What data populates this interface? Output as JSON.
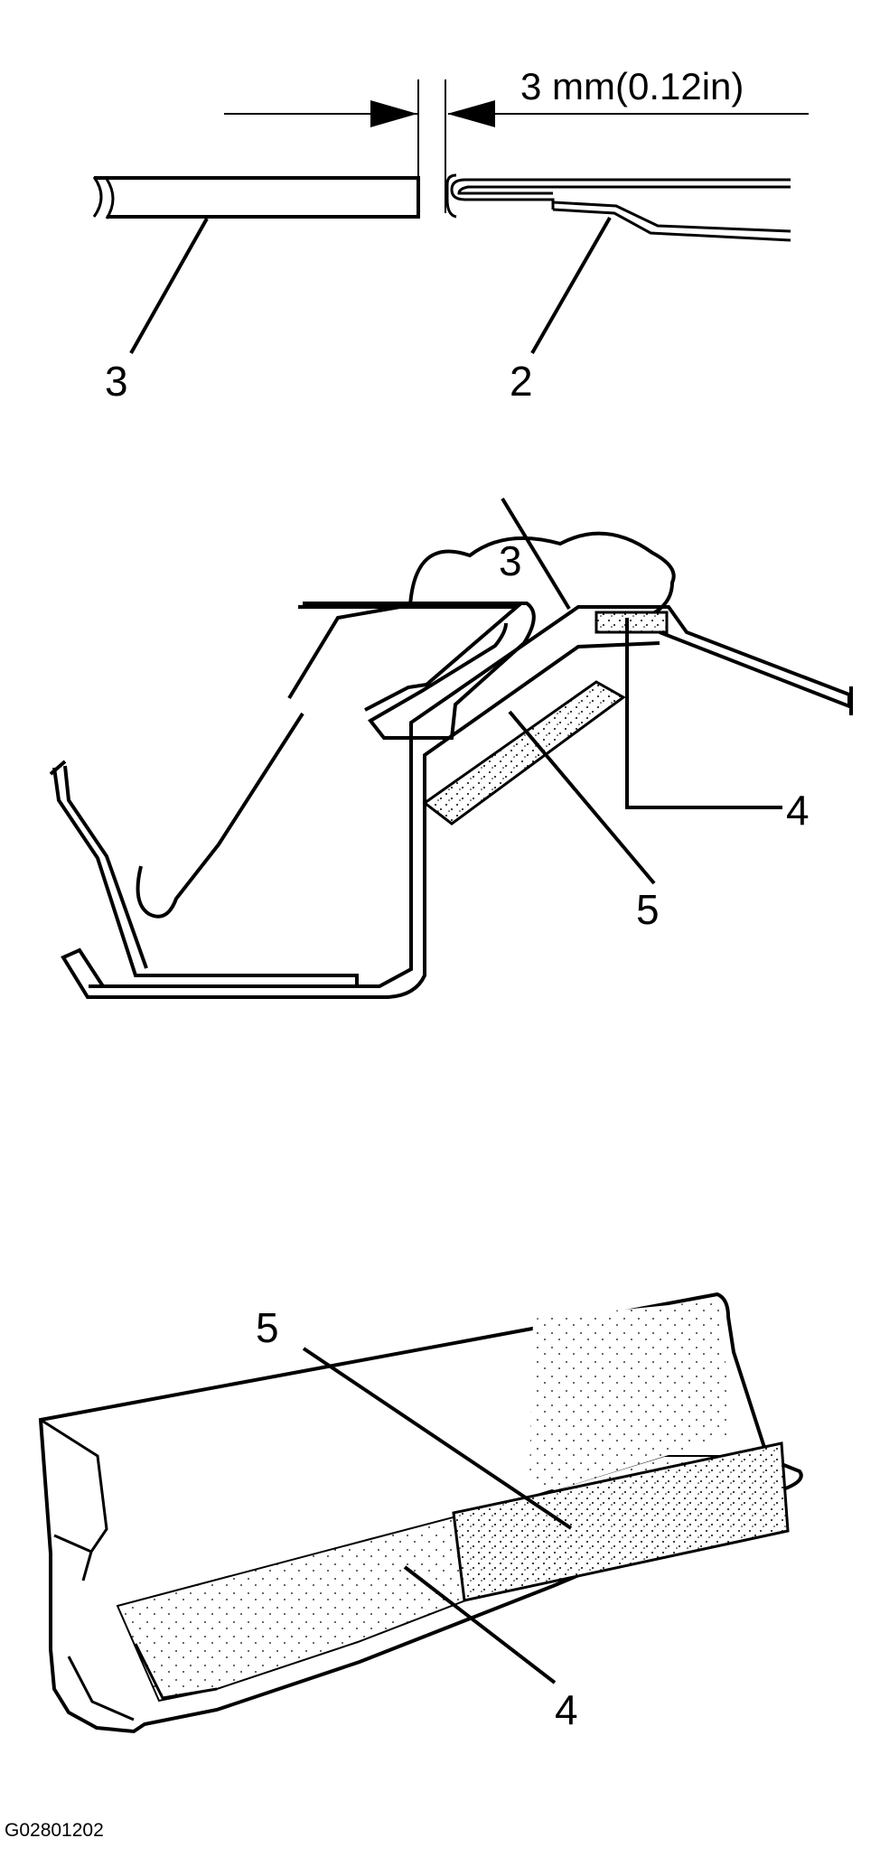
{
  "figure_id": "G02801202",
  "top_view": {
    "dimension": "3 mm(0.12in)",
    "labels": {
      "glass": "3",
      "retainer": "2"
    }
  },
  "section_view": {
    "labels": {
      "glass": "3",
      "tape": "4",
      "seal": "5"
    }
  },
  "perspective_view": {
    "labels": {
      "seal": "5",
      "tape": "4"
    }
  },
  "colors": {
    "line": "#000000",
    "background": "#ffffff"
  }
}
